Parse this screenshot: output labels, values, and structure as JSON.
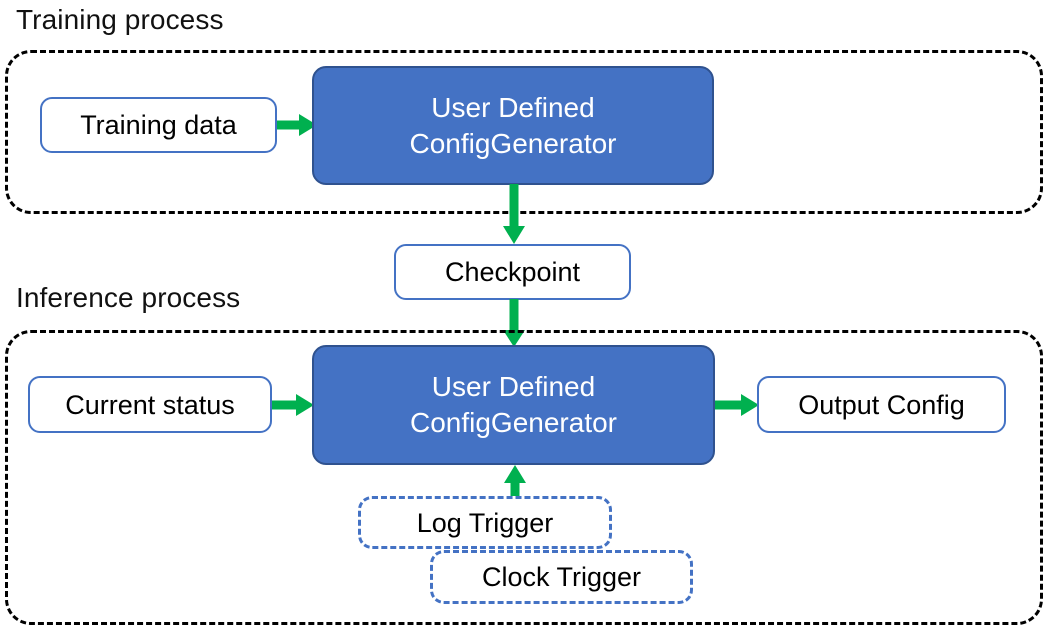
{
  "diagram": {
    "title_training": "Training process",
    "title_inference": "Inference process",
    "accent_blue": "#4472C4",
    "accent_blue_border": "#2F528F",
    "accent_green": "#00B04F",
    "group_border_color": "#000000",
    "nodes": {
      "training_data": "Training data",
      "train_generator_line1": "User Defined",
      "train_generator_line2": "ConfigGenerator",
      "checkpoint": "Checkpoint",
      "current_status": "Current status",
      "infer_generator_line1": "User Defined",
      "infer_generator_line2": "ConfigGenerator",
      "output_config": "Output Config",
      "log_trigger": "Log Trigger",
      "clock_trigger": "Clock Trigger"
    },
    "arrows": [
      {
        "name": "training-data-to-generator",
        "direction": "right"
      },
      {
        "name": "train-generator-to-checkpoint",
        "direction": "down"
      },
      {
        "name": "checkpoint-to-infer-generator",
        "direction": "down"
      },
      {
        "name": "current-status-to-infer-generator",
        "direction": "right"
      },
      {
        "name": "infer-generator-to-output-config",
        "direction": "right"
      },
      {
        "name": "triggers-to-infer-generator",
        "direction": "up"
      }
    ]
  }
}
